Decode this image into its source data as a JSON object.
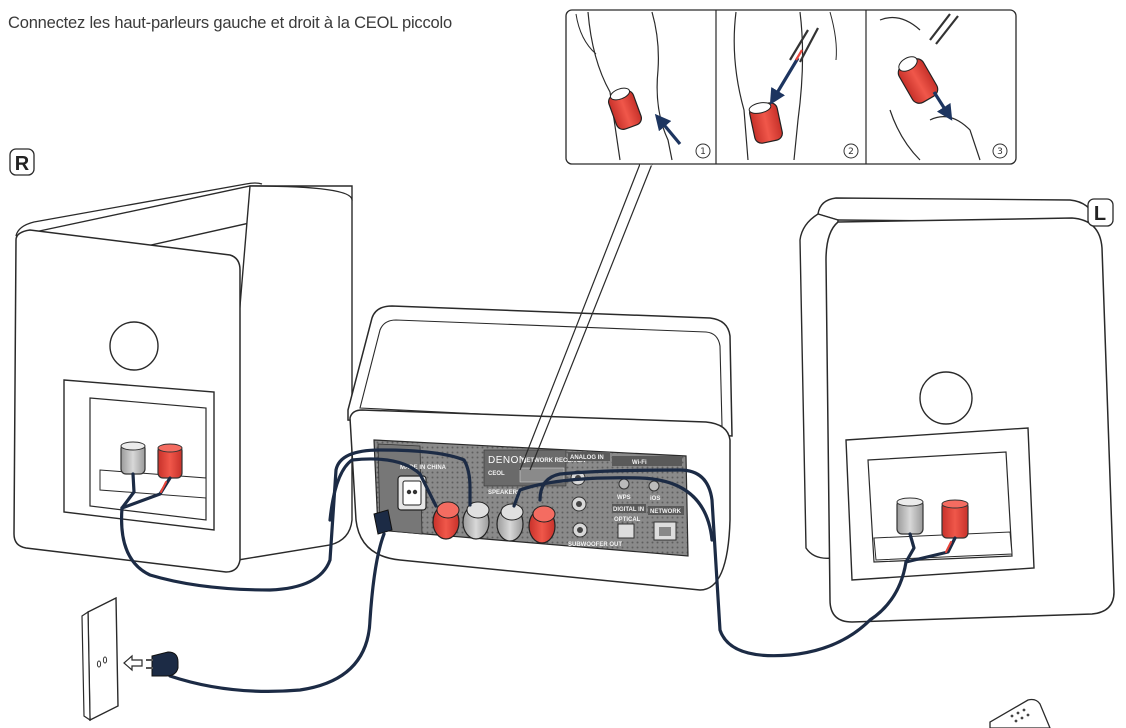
{
  "instruction": "Connectez les haut-parleurs gauche et droit à la CEOL piccolo",
  "labels": {
    "right": "R",
    "left": "L"
  },
  "steps": [
    "1",
    "2",
    "3"
  ],
  "panel": {
    "brand": "DENON",
    "model_line": "NETWORK RECEIVER",
    "model_name": "CEOL",
    "speakers": "SPEAKERS",
    "analog_in": "ANALOG IN",
    "wifi": "Wi-Fi",
    "wps": "WPS",
    "ios": "iOS",
    "digital_in": "DIGITAL IN",
    "optical": "OPTICAL",
    "network": "NETWORK",
    "subwoofer": "SUBWOOFER OUT",
    "made_in": "MADE IN CHINA"
  },
  "colors": {
    "cable": "#1c2b45",
    "terminal_red": "#e8453a",
    "terminal_grey": "#bdbdbd",
    "panel": "#7a7a7a",
    "arrow": "#1d3560"
  }
}
